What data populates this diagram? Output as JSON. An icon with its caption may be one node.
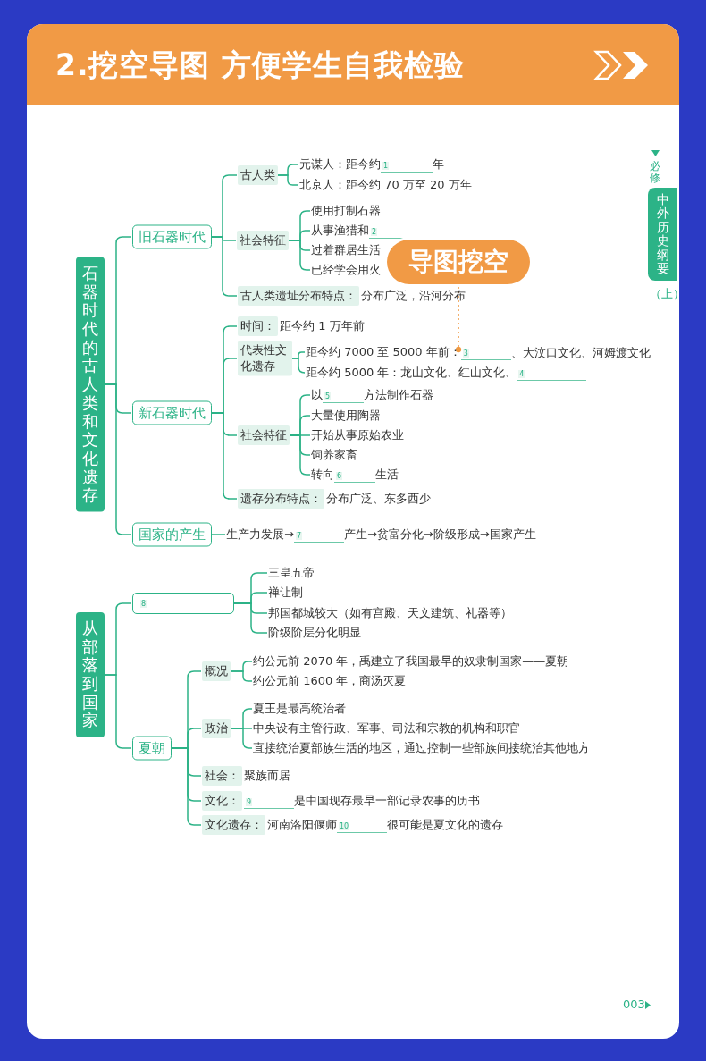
{
  "diagram": {
    "title": "2.挖空导图 方便学生自我检验",
    "nodes": [
      {
        "text": [
          "石器时代的古人类和文化遗存"
        ]
      },
      {
        "text": [
          "旧石器时代"
        ]
      },
      {
        "text": [
          "古人类"
        ]
      },
      {
        "text": [
          "元谋人：距今约",
          "1",
          "年"
        ]
      },
      {
        "text": [
          "北京人：距今约 70 万至 20 万年"
        ]
      },
      {
        "text": [
          "社会特征"
        ]
      },
      {
        "text": [
          "使用打制石器"
        ]
      },
      {
        "text": [
          "从事渔猎和",
          "2"
        ]
      },
      {
        "text": [
          "过着群居生活"
        ]
      },
      {
        "text": [
          "已经学会用火"
        ]
      },
      {
        "text": [
          "古人类遗址分布特点："
        ],
        "beside": [
          "分布广泛，沿河分布"
        ]
      },
      {
        "text": [
          "新石器时代"
        ]
      },
      {
        "text": [
          "时间："
        ],
        "beside": [
          "距今约 1 万年前"
        ]
      },
      {
        "text": [
          "代表性文化遗存"
        ]
      },
      {
        "text": [
          "距今约 7000 至 5000 年前：",
          "3"
        ]
      },
      {
        "text": [
          "距今约 5000 年：龙山文化、红山文化、",
          "4"
        ]
      },
      {
        "text": [
          "社会特征"
        ]
      },
      {
        "text": [
          "以",
          "5",
          "方法制作石器"
        ]
      },
      {
        "text": [
          "大量使用陶器"
        ]
      },
      {
        "text": [
          "开始从事原始农业"
        ]
      },
      {
        "text": [
          "饲养家畜"
        ]
      },
      {
        "text": [
          "转向",
          "6",
          "生活"
        ]
      },
      {
        "text": [
          "遗存分布特点："
        ],
        "beside": [
          "分布广泛、东多西少"
        ]
      },
      {
        "text": [
          "国家的产生"
        ]
      },
      {
        "text": [
          "生产力发展→",
          "7"
        ],
        "beside": [
          "产生→贫富分化→阶级形成→国家产生"
        ]
      },
      {
        "text": [
          "从部落到国家"
        ]
      },
      {
        "text": [
          "8"
        ]
      },
      {
        "text": [
          "三皇五帝"
        ]
      },
      {
        "text": [
          "禅让制"
        ]
      },
      {
        "text": [
          "邦国都城较大（如有宫殿、天文建筑、礼器等）"
        ]
      },
      {
        "text": [
          "阶级阶层分化明显"
        ]
      },
      {
        "text": [
          "夏朝"
        ]
      },
      {
        "text": [
          "概况"
        ]
      },
      {
        "text": [
          "约公元前 2070 年，禹建立了我国最早的奴隶制国家——夏朝"
        ]
      },
      {
        "text": [
          "约公元前 1600 年，商汤灭夏"
        ]
      },
      {
        "text": [
          "政治"
        ]
      },
      {
        "text": [
          "夏王是最高统治者"
        ]
      },
      {
        "text": [
          "中央设有主管行政、军事、司法和宗教的机构和职官"
        ]
      },
      {
        "text": [
          "直接统治夏部族生活的地区，通过控制一些部族间接统治其他地方"
        ]
      },
      {
        "text": [
          "社会："
        ],
        "beside": [
          "聚族而居"
        ]
      },
      {
        "text": [
          "文化："
        ],
        "beside": [
          "9",
          "是中国现存最早一部记录农事的历书"
        ]
      },
      {
        "text": [
          "文化遗存："
        ],
        "beside": [
          "河南洛阳偃师",
          "10",
          "很可能是夏文化的遗存"
        ]
      },
      {
        "text": [
          "导图挖空"
        ]
      }
    ],
    "edges": [
      {
        "from": 0,
        "to": 1,
        "arrow": "none"
      },
      {
        "from": 0,
        "to": 11,
        "arrow": "none"
      },
      {
        "from": 0,
        "to": 23,
        "arrow": "none"
      },
      {
        "from": 1,
        "to": 2,
        "arrow": "none"
      },
      {
        "from": 1,
        "to": 5,
        "arrow": "none"
      },
      {
        "from": 1,
        "to": 10,
        "arrow": "none"
      },
      {
        "from": 2,
        "to": 3,
        "arrow": "none"
      },
      {
        "from": 2,
        "to": 4,
        "arrow": "none"
      },
      {
        "from": 5,
        "to": 6,
        "arrow": "none"
      },
      {
        "from": 5,
        "to": 7,
        "arrow": "none"
      },
      {
        "from": 5,
        "to": 8,
        "arrow": "none"
      },
      {
        "from": 5,
        "to": 9,
        "arrow": "none"
      },
      {
        "from": 11,
        "to": 12,
        "arrow": "none"
      },
      {
        "from": 11,
        "to": 13,
        "arrow": "none"
      },
      {
        "from": 11,
        "to": 16,
        "arrow": "none"
      },
      {
        "from": 11,
        "to": 22,
        "arrow": "none"
      },
      {
        "from": 13,
        "to": 14,
        "arrow": "none"
      },
      {
        "from": 13,
        "to": 15,
        "arrow": "none"
      },
      {
        "from": 16,
        "to": 17,
        "arrow": "none"
      },
      {
        "from": 16,
        "to": 18,
        "arrow": "none"
      },
      {
        "from": 16,
        "to": 19,
        "arrow": "none"
      },
      {
        "from": 16,
        "to": 20,
        "arrow": "none"
      },
      {
        "from": 16,
        "to": 21,
        "arrow": "none"
      },
      {
        "from": 23,
        "to": 24,
        "arrow": "none"
      },
      {
        "from": 25,
        "to": 26,
        "arrow": "none"
      },
      {
        "from": 25,
        "to": 31,
        "arrow": "none"
      },
      {
        "from": 26,
        "to": 27,
        "arrow": "none"
      },
      {
        "from": 26,
        "to": 28,
        "arrow": "none"
      },
      {
        "from": 26,
        "to": 29,
        "arrow": "none"
      },
      {
        "from": 26,
        "to": 30,
        "arrow": "none"
      },
      {
        "from": 31,
        "to": 32,
        "arrow": "none"
      },
      {
        "from": 31,
        "to": 35,
        "arrow": "none"
      },
      {
        "from": 31,
        "to": 39,
        "arrow": "none"
      },
      {
        "from": 31,
        "to": 40,
        "arrow": "none"
      },
      {
        "from": 31,
        "to": 41,
        "arrow": "none"
      },
      {
        "from": 32,
        "to": 33,
        "arrow": "none"
      },
      {
        "from": 32,
        "to": 34,
        "arrow": "none"
      },
      {
        "from": 35,
        "to": 36,
        "arrow": "none"
      },
      {
        "from": 35,
        "to": 37,
        "arrow": "none"
      },
      {
        "from": 35,
        "to": 38,
        "arrow": "none"
      },
      {
        "from": 42,
        "to": 14,
        "arrow": "other",
        "style": "dashed",
        "color": "#f0983f"
      }
    ],
    "labels": [
      "、大汶口文化、河姆渡文化",
      "必修",
      "中外历史纲要",
      "（上）",
      "003"
    ]
  }
}
